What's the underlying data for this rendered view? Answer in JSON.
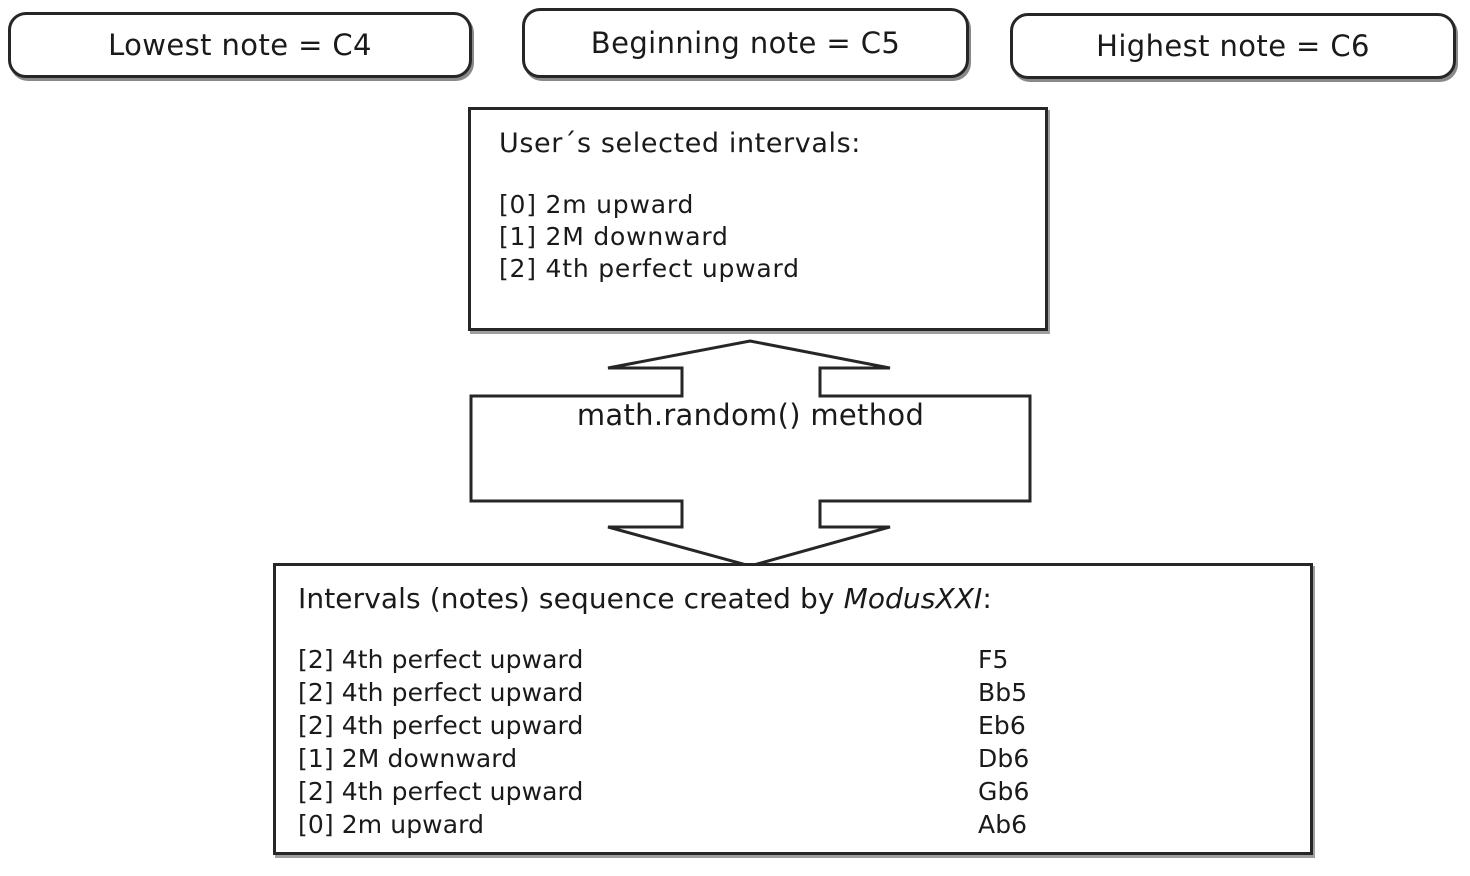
{
  "range_boxes": [
    {
      "name": "lowest",
      "label": "Lowest note = C4"
    },
    {
      "name": "beginning",
      "label": "Beginning note = C5"
    },
    {
      "name": "highest",
      "label": "Highest note = C6"
    }
  ],
  "selected_intervals": {
    "title": "User´s selected intervals:",
    "items": [
      "[0] 2m upward",
      "[1] 2M downward",
      "[2] 4th perfect upward"
    ]
  },
  "process": {
    "label": "math.random() method"
  },
  "results": {
    "title_prefix": "Intervals (notes) sequence created by ",
    "title_emphasis": "ModusXXI",
    "title_suffix": ":",
    "rows": [
      {
        "interval": "[2] 4th perfect upward",
        "note": "F5"
      },
      {
        "interval": "[2] 4th perfect upward",
        "note": "Bb5"
      },
      {
        "interval": "[2] 4th perfect upward",
        "note": "Eb6"
      },
      {
        "interval": "[1] 2M downward",
        "note": "Db6"
      },
      {
        "interval": "[2] 4th perfect upward",
        "note": "Gb6"
      },
      {
        "interval": "[0] 2m upward",
        "note": "Ab6"
      }
    ]
  },
  "colors": {
    "background": "#ffffff",
    "stroke": "#262626",
    "text": "#1a1a1a"
  }
}
